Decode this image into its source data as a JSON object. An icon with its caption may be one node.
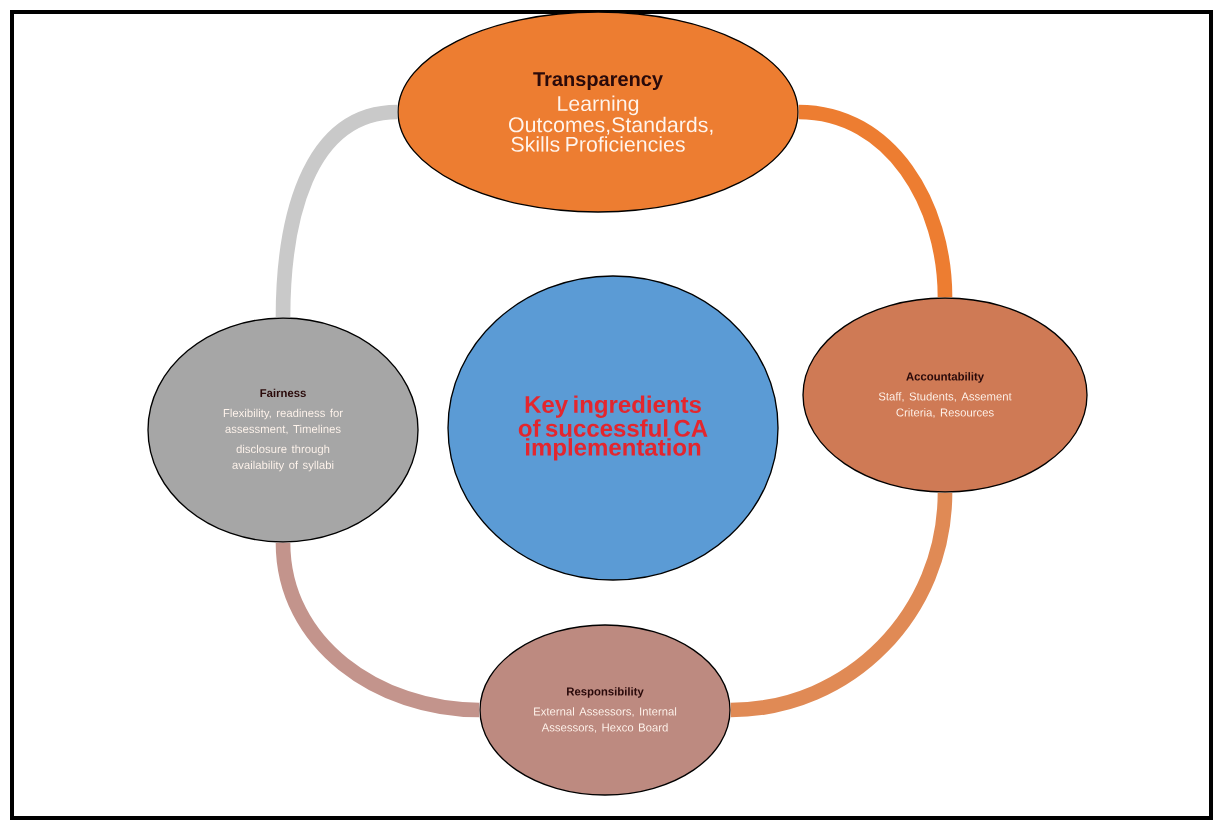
{
  "diagram": {
    "nodes": [
      {
        "text": [
          "Transparency",
          "Learning Outcomes,Standards, Skills Proficiencies"
        ]
      },
      {
        "text": [
          "Fairness",
          "Flexibility, readiness for assessment, Timelines",
          "disclosure through availability of syllabi"
        ]
      },
      {
        "text": [
          "Key ingredients of successful CA implementation"
        ]
      },
      {
        "text": [
          "Accountability",
          "Staff, Students, Assement Criteria, Resources"
        ]
      },
      {
        "text": [
          "Responsibility",
          "External Assessors, Internal Assessors, Hexco Board"
        ]
      }
    ],
    "edges": [
      {
        "from": 0,
        "to": 3,
        "arrow": "none",
        "color": "#ed7d31"
      },
      {
        "from": 3,
        "to": 4,
        "arrow": "none",
        "color": "#e08a55"
      },
      {
        "from": 4,
        "to": 1,
        "arrow": "none",
        "color": "#c3948c"
      },
      {
        "from": 1,
        "to": 0,
        "arrow": "none",
        "color": "#c9c9c9"
      }
    ]
  }
}
